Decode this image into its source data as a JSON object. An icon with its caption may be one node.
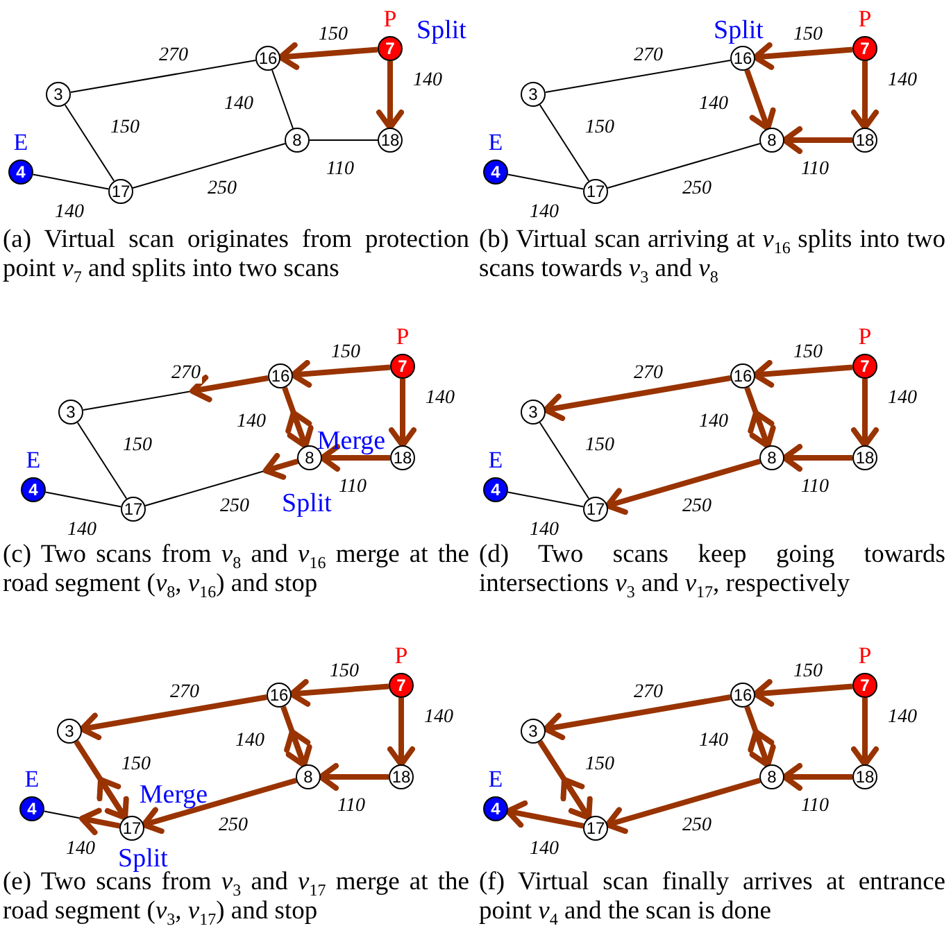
{
  "diagram": {
    "nodes": [
      {
        "text": [
          "3"
        ]
      },
      {
        "text": [
          "16"
        ]
      },
      {
        "text": [
          "7"
        ],
        "beside": [
          "P"
        ]
      },
      {
        "text": [
          "8"
        ]
      },
      {
        "text": [
          "18"
        ]
      },
      {
        "text": [
          "4"
        ],
        "beside": [
          "E"
        ]
      },
      {
        "text": [
          "17"
        ]
      },
      {
        "text": [
          "3"
        ]
      },
      {
        "text": [
          "16"
        ]
      },
      {
        "text": [
          "7"
        ],
        "beside": [
          "P"
        ]
      },
      {
        "text": [
          "8"
        ]
      },
      {
        "text": [
          "18"
        ]
      },
      {
        "text": [
          "4"
        ],
        "beside": [
          "E"
        ]
      },
      {
        "text": [
          "17"
        ]
      },
      {
        "text": [
          "3"
        ]
      },
      {
        "text": [
          "16"
        ]
      },
      {
        "text": [
          "7"
        ],
        "beside": [
          "P"
        ]
      },
      {
        "text": [
          "8"
        ]
      },
      {
        "text": [
          "18"
        ]
      },
      {
        "text": [
          "4"
        ],
        "beside": [
          "E"
        ]
      },
      {
        "text": [
          "17"
        ]
      },
      {
        "text": [
          "3"
        ]
      },
      {
        "text": [
          "16"
        ]
      },
      {
        "text": [
          "7"
        ],
        "beside": [
          "P"
        ]
      },
      {
        "text": [
          "8"
        ]
      },
      {
        "text": [
          "18"
        ]
      },
      {
        "text": [
          "4"
        ],
        "beside": [
          "E"
        ]
      },
      {
        "text": [
          "17"
        ]
      },
      {
        "text": [
          "3"
        ]
      },
      {
        "text": [
          "16"
        ]
      },
      {
        "text": [
          "7"
        ],
        "beside": [
          "P"
        ]
      },
      {
        "text": [
          "8"
        ]
      },
      {
        "text": [
          "18"
        ]
      },
      {
        "text": [
          "4"
        ],
        "beside": [
          "E"
        ]
      },
      {
        "text": [
          "17"
        ]
      },
      {
        "text": [
          "3"
        ]
      },
      {
        "text": [
          "16"
        ]
      },
      {
        "text": [
          "7"
        ],
        "beside": [
          "P"
        ]
      },
      {
        "text": [
          "8"
        ]
      },
      {
        "text": [
          "18"
        ]
      },
      {
        "text": [
          "4"
        ],
        "beside": [
          "E"
        ]
      },
      {
        "text": [
          "17"
        ]
      }
    ],
    "edges": [
      {
        "from": 1,
        "to": 0,
        "arrow": "none",
        "color": "#000000",
        "label": "270"
      },
      {
        "from": 2,
        "to": 1,
        "arrow": "to",
        "label": "150"
      },
      {
        "from": 2,
        "to": 4,
        "arrow": "to",
        "label": "140"
      },
      {
        "from": 1,
        "to": 3,
        "arrow": "none",
        "color": "#000000",
        "label": "140"
      },
      {
        "from": 3,
        "to": 4,
        "arrow": "none",
        "color": "#000000",
        "label": "110"
      },
      {
        "from": 0,
        "to": 6,
        "arrow": "none",
        "color": "#000000",
        "label": "150"
      },
      {
        "from": 6,
        "to": 3,
        "arrow": "none",
        "color": "#000000",
        "label": "250"
      },
      {
        "from": 5,
        "to": 6,
        "arrow": "none",
        "color": "#000000",
        "label": "140"
      },
      {
        "from": 8,
        "to": 7,
        "arrow": "none",
        "color": "#000000",
        "label": "270"
      },
      {
        "from": 9,
        "to": 8,
        "arrow": "to",
        "label": "150"
      },
      {
        "from": 9,
        "to": 11,
        "arrow": "to",
        "label": "140"
      },
      {
        "from": 8,
        "to": 10,
        "arrow": "to",
        "label": "140"
      },
      {
        "from": 11,
        "to": 10,
        "arrow": "to",
        "label": "110"
      },
      {
        "from": 7,
        "to": 13,
        "arrow": "none",
        "color": "#000000",
        "label": "150"
      },
      {
        "from": 13,
        "to": 10,
        "arrow": "none",
        "color": "#000000",
        "label": "250"
      },
      {
        "from": 12,
        "to": 13,
        "arrow": "none",
        "color": "#000000",
        "label": "140"
      },
      {
        "from": 15,
        "to": 14,
        "arrow": "none",
        "color": "#000000",
        "label": "270"
      },
      {
        "from": 16,
        "to": 15,
        "arrow": "to",
        "label": "150"
      },
      {
        "from": 16,
        "to": 18,
        "arrow": "to",
        "label": "140"
      },
      {
        "from": 15,
        "to": null,
        "arrow": "to"
      },
      {
        "from": 15,
        "to": 17,
        "arrow": "to",
        "label": "140"
      },
      {
        "from": 17,
        "to": 15,
        "arrow": "to"
      },
      {
        "from": 18,
        "to": 17,
        "arrow": "to",
        "label": "110"
      },
      {
        "from": 14,
        "to": 20,
        "arrow": "none",
        "color": "#000000",
        "label": "150"
      },
      {
        "from": 20,
        "to": 17,
        "arrow": "none",
        "color": "#000000",
        "label": "250"
      },
      {
        "from": 17,
        "to": null,
        "arrow": "to"
      },
      {
        "from": 19,
        "to": 20,
        "arrow": "none",
        "color": "#000000",
        "label": "140"
      },
      {
        "from": 23,
        "to": 22,
        "arrow": "to",
        "label": "150"
      },
      {
        "from": 23,
        "to": 25,
        "arrow": "to",
        "label": "140"
      },
      {
        "from": 22,
        "to": 21,
        "arrow": "to",
        "label": "270"
      },
      {
        "from": 22,
        "to": 24,
        "arrow": "to",
        "label": "140"
      },
      {
        "from": 24,
        "to": 22,
        "arrow": "to"
      },
      {
        "from": 25,
        "to": 24,
        "arrow": "to",
        "label": "110"
      },
      {
        "from": 21,
        "to": 27,
        "arrow": "none",
        "color": "#000000",
        "label": "150"
      },
      {
        "from": 24,
        "to": 27,
        "arrow": "to",
        "label": "250"
      },
      {
        "from": 26,
        "to": 27,
        "arrow": "none",
        "color": "#000000",
        "label": "140"
      },
      {
        "from": 30,
        "to": 29,
        "arrow": "to",
        "label": "150"
      },
      {
        "from": 30,
        "to": 32,
        "arrow": "to",
        "label": "140"
      },
      {
        "from": 29,
        "to": 28,
        "arrow": "to",
        "label": "270"
      },
      {
        "from": 29,
        "to": 31,
        "arrow": "to",
        "label": "140"
      },
      {
        "from": 31,
        "to": 29,
        "arrow": "to"
      },
      {
        "from": 32,
        "to": 31,
        "arrow": "to",
        "label": "110"
      },
      {
        "from": 28,
        "to": 34,
        "arrow": "to",
        "label": "150"
      },
      {
        "from": 34,
        "to": 28,
        "arrow": "to"
      },
      {
        "from": 31,
        "to": 34,
        "arrow": "to",
        "label": "250"
      },
      {
        "from": 34,
        "to": 33,
        "arrow": "to"
      },
      {
        "from": 33,
        "to": 34,
        "arrow": "none",
        "color": "#000000",
        "label": "140"
      },
      {
        "from": 37,
        "to": 36,
        "arrow": "to",
        "label": "150"
      },
      {
        "from": 37,
        "to": 39,
        "arrow": "to",
        "label": "140"
      },
      {
        "from": 36,
        "to": 35,
        "arrow": "to",
        "label": "270"
      },
      {
        "from": 36,
        "to": 38,
        "arrow": "to",
        "label": "140"
      },
      {
        "from": 38,
        "to": 36,
        "arrow": "to"
      },
      {
        "from": 39,
        "to": 38,
        "arrow": "to",
        "label": "110"
      },
      {
        "from": 35,
        "to": 41,
        "arrow": "to",
        "label": "150"
      },
      {
        "from": 41,
        "to": 35,
        "arrow": "to"
      },
      {
        "from": 38,
        "to": 41,
        "arrow": "to",
        "label": "250"
      },
      {
        "from": 41,
        "to": 40,
        "arrow": "to",
        "label": "140"
      }
    ],
    "labels": [
      "Split",
      "Split",
      "(a) Virtual scan originates from protection point *v*$_{7}$ and splits into two scans",
      "(b) Virtual scan arriving at *v*$_{16}$ splits into two scans towards *v*$_{3}$ and *v*$_{8}$",
      "Merge",
      "Split",
      "(c) Two scans from *v*$_{8}$ and *v*$_{16}$ merge at the road segment (*v*$_{8}$, *v*$_{16}$) and stop",
      "(d) Two scans keep going towards intersections *v*$_{3}$ and *v*$_{17}$, respectively",
      "Merge",
      "Split",
      "(e) Two scans from *v*$_{3}$ and *v*$_{17}$ merge at the road segment (*v*$_{3}$, *v*$_{17}$) and stop",
      "(f) Virtual scan finally arrives at entrance point *v*$_{4}$ and the scan is done"
    ]
  }
}
